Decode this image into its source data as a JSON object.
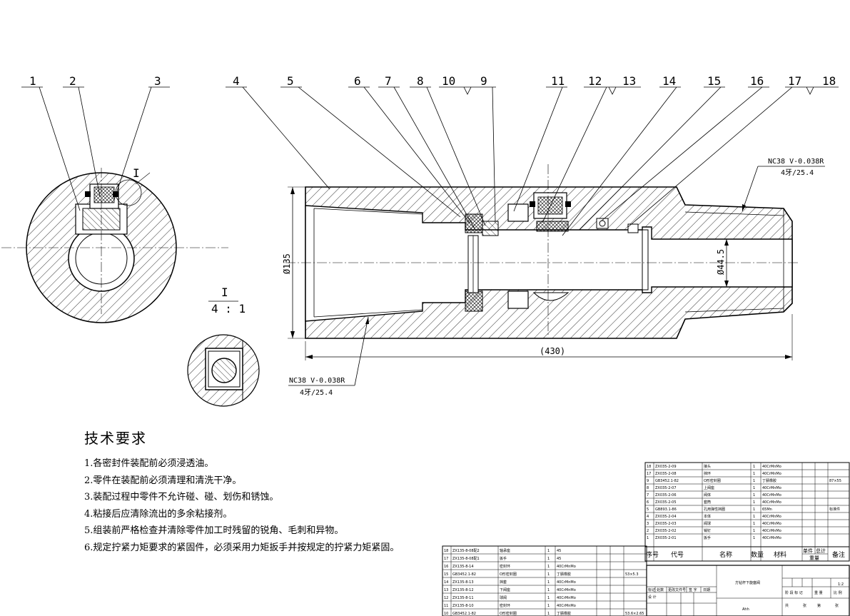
{
  "balloons": [
    "1",
    "2",
    "3",
    "4",
    "5",
    "6",
    "7",
    "8",
    "10",
    "9",
    "11",
    "12",
    "13",
    "14",
    "15",
    "16",
    "17",
    "18"
  ],
  "dimensions": {
    "left_diameter": "Ø135",
    "bore_diameter": "Ø44.5",
    "overall_length": "(430)"
  },
  "thread_callouts": {
    "right": [
      "NC38 V-0.038R",
      "4牙/25.4"
    ],
    "left": [
      "NC38 V-0.038R",
      "4牙/25.4"
    ]
  },
  "detail": {
    "marker": "I",
    "view_label": "I",
    "scale": "4 : 1"
  },
  "tech_requirements": {
    "title": "技术要求",
    "items": [
      "1.各密封件装配前必须浸透油。",
      "2.零件在装配前必须清理和清洗干净。",
      "3.装配过程中零件不允许碰、碰、划伤和锈蚀。",
      "4.粘接后应清除流出的多余粘接剂。",
      "5.组装前严格检查并清除零件加工时残留的锐角、毛刺和异物。",
      "6.规定拧紧力矩要求的紧固件，必须采用力矩扳手并按规定的拧紧力矩紧固。"
    ]
  },
  "parts_table_right": {
    "rows": [
      [
        "18",
        "ZX035-2-09",
        "接头",
        "1",
        "40CrMnMo",
        "",
        ""
      ],
      [
        "17",
        "ZX035-2-08",
        "挡环",
        "1",
        "40CrMnMo",
        "",
        ""
      ],
      [
        "9",
        "GB3452.1-82",
        "O形密封圈",
        "1",
        "丁腈橡胶",
        "",
        "87×55"
      ],
      [
        "8",
        "ZX035-2-07",
        "上阀座",
        "1",
        "40CrMnMo",
        "",
        ""
      ],
      [
        "7",
        "ZX035-2-06",
        "阀体",
        "1",
        "40CrMnMo",
        "",
        ""
      ],
      [
        "6",
        "ZX035-2-05",
        "套筒",
        "1",
        "40CrMnMo",
        "",
        ""
      ],
      [
        "5",
        "GB893.1-86",
        "孔用弹性挡圈",
        "1",
        "65Mn",
        "",
        "标准件"
      ],
      [
        "4",
        "ZX035-2-04",
        "本体",
        "1",
        "40CrMnMo",
        "",
        ""
      ],
      [
        "3",
        "ZX035-2-03",
        "阀球",
        "1",
        "40CrMnMo",
        "",
        ""
      ],
      [
        "2",
        "ZX035-2-02",
        "销钉",
        "1",
        "40CrMnMo",
        "",
        ""
      ],
      [
        "1",
        "ZX035-2-01",
        "扳手",
        "1",
        "40CrMnMo",
        "",
        ""
      ]
    ],
    "header": [
      "序号",
      "代号",
      "名称",
      "数量",
      "材料",
      "单件",
      "总计",
      "备注"
    ],
    "header_sub": "重量"
  },
  "parts_table_left": {
    "rows": [
      [
        "18",
        "ZX135-8-08配2",
        "轴承座",
        "1",
        "45",
        "",
        ""
      ],
      [
        "17",
        "ZX135-8-08配1",
        "扳手",
        "1",
        "45",
        "",
        ""
      ],
      [
        "16",
        "ZX135-8-14",
        "密封环",
        "1",
        "40CrMnMo",
        "",
        ""
      ],
      [
        "15",
        "GB3452.1-82",
        "O形密封圈",
        "1",
        "丁腈橡胶",
        "",
        "53×5.3"
      ],
      [
        "14",
        "ZX135-8-13",
        "挡套",
        "1",
        "40CrMnMo",
        "",
        ""
      ],
      [
        "13",
        "ZX135-8-12",
        "下阀座",
        "1",
        "40CrMnMo",
        "",
        ""
      ],
      [
        "12",
        "ZX135-8-11",
        "球阀",
        "1",
        "40CrMnMo",
        "",
        ""
      ],
      [
        "11",
        "ZX135-8-10",
        "密封环",
        "1",
        "40CrMnMo",
        "",
        ""
      ],
      [
        "10",
        "GB3452.1-82",
        "O形密封圈",
        "1",
        "丁腈橡胶",
        "",
        "53.6×2.65"
      ]
    ]
  },
  "title_block": {
    "drawing_name": "方钻杆下旋塞阀",
    "mark_labels": [
      "标记",
      "处数",
      "更改文件号",
      "签 字",
      "日期"
    ],
    "designer_label": "设 计",
    "company": "Ahh",
    "scale_value": "1:2",
    "sheet_labels": [
      "共",
      "张",
      "第",
      "张"
    ],
    "stage_labels": [
      "阶 段 标 记",
      "重 量",
      "比 例"
    ]
  }
}
